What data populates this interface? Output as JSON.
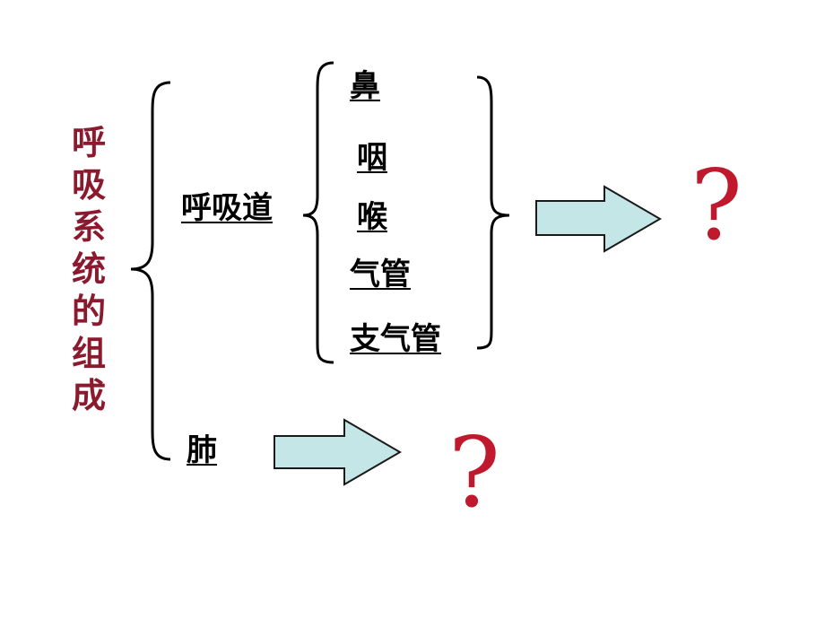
{
  "title": {
    "chars": [
      "呼",
      "吸",
      "系",
      "统",
      "的",
      "组",
      "成"
    ]
  },
  "branches": {
    "airway": "呼吸道",
    "lung": "肺"
  },
  "airway_parts": [
    "鼻",
    "咽",
    "喉",
    "气管",
    "支气管"
  ],
  "question_marks": [
    "?",
    "?"
  ],
  "colors": {
    "title": "#8b1a2e",
    "question": "#c0182c",
    "arrow_fill": "#c4e6e6",
    "arrow_stroke": "#1a1a1a",
    "text": "#000000"
  },
  "icons": [
    "left-brace-icon",
    "right-brace-icon",
    "right-arrow-icon"
  ]
}
